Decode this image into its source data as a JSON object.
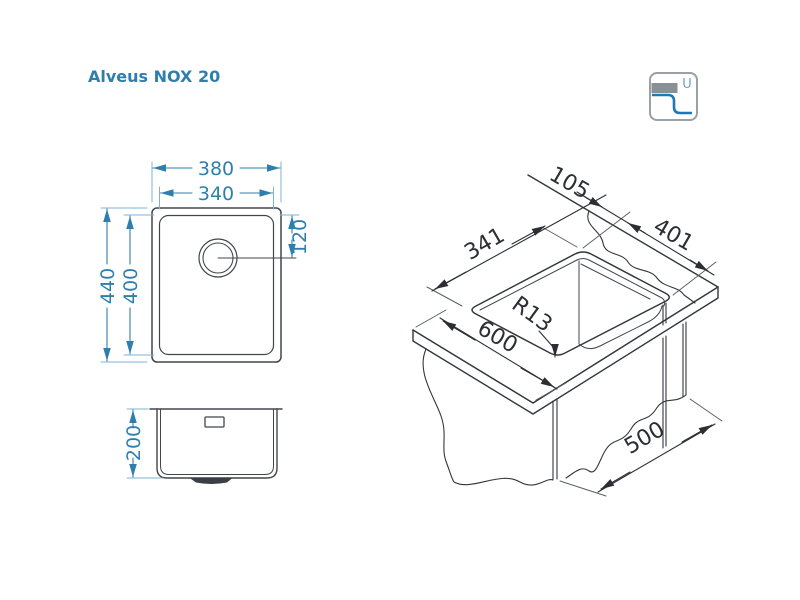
{
  "title": "Alveus NOX 20",
  "colors": {
    "accent_blue": "#2e7fae",
    "drawing_dark": "#3a3f45",
    "icon_border_gray": "#9aa0a6",
    "icon_counter_gray": "#8a9097",
    "icon_sink_blue": "#1a7ab5"
  },
  "mount_icon": {
    "label": "U",
    "meaning": "undermount-installation-icon"
  },
  "plan_view": {
    "dims": {
      "outer_width": "380",
      "inner_width": "340",
      "outer_height": "440",
      "inner_height": "400",
      "drain_offset": "120"
    }
  },
  "side_view": {
    "dims": {
      "bowl_depth": "200"
    }
  },
  "iso_view": {
    "dims": {
      "cutout_depth": "341",
      "cutout_width": "401",
      "edge_distance": "105",
      "corner_radius": "R13",
      "counter_width": "600",
      "counter_depth": "500"
    }
  }
}
